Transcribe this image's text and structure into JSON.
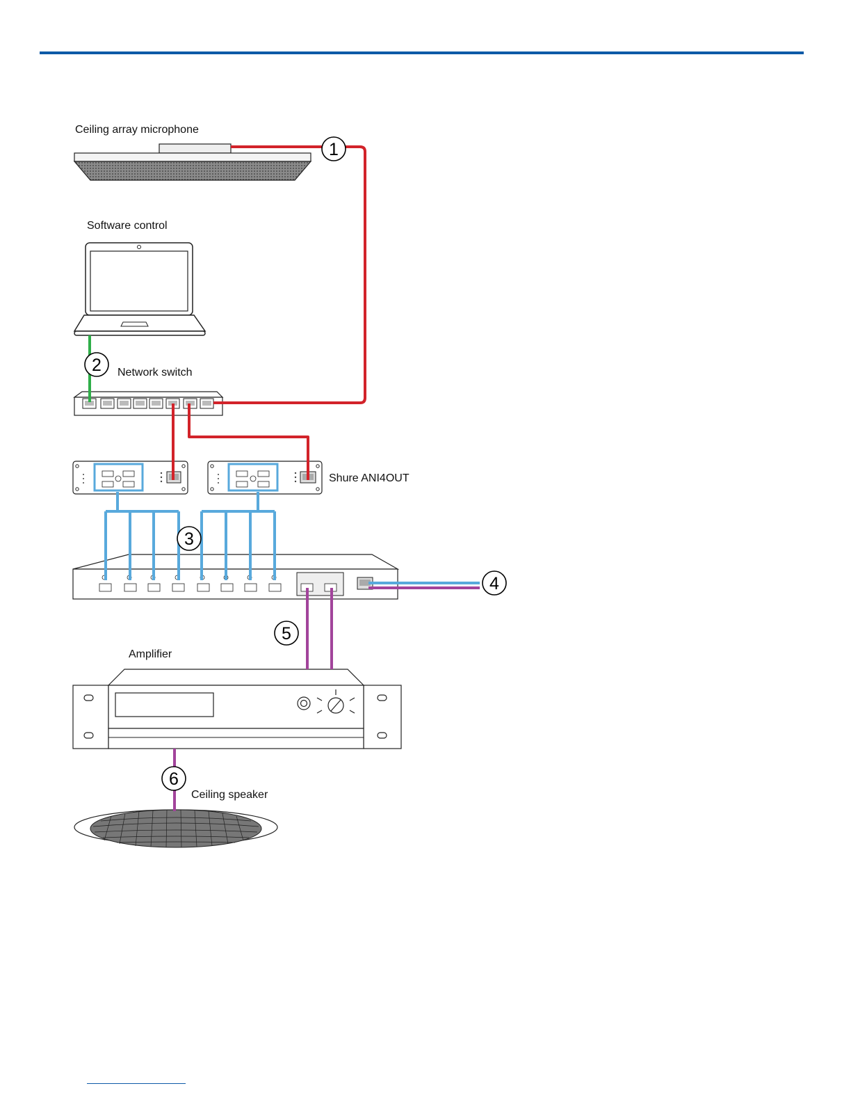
{
  "labels": {
    "ceiling_mic": "Ceiling array microphone",
    "software_control": "Software control",
    "network_switch": "Network switch",
    "ani4out": "Shure ANI4OUT",
    "amplifier": "Amplifier",
    "ceiling_speaker": "Ceiling speaker"
  },
  "callouts": [
    "1",
    "2",
    "3",
    "4",
    "5",
    "6"
  ],
  "colors": {
    "rule": "#0d5aa7",
    "network_cable": "#d2232a",
    "pc_cable": "#2fae49",
    "analog_cable": "#58a9dc",
    "speaker_cable": "#a2449b"
  }
}
